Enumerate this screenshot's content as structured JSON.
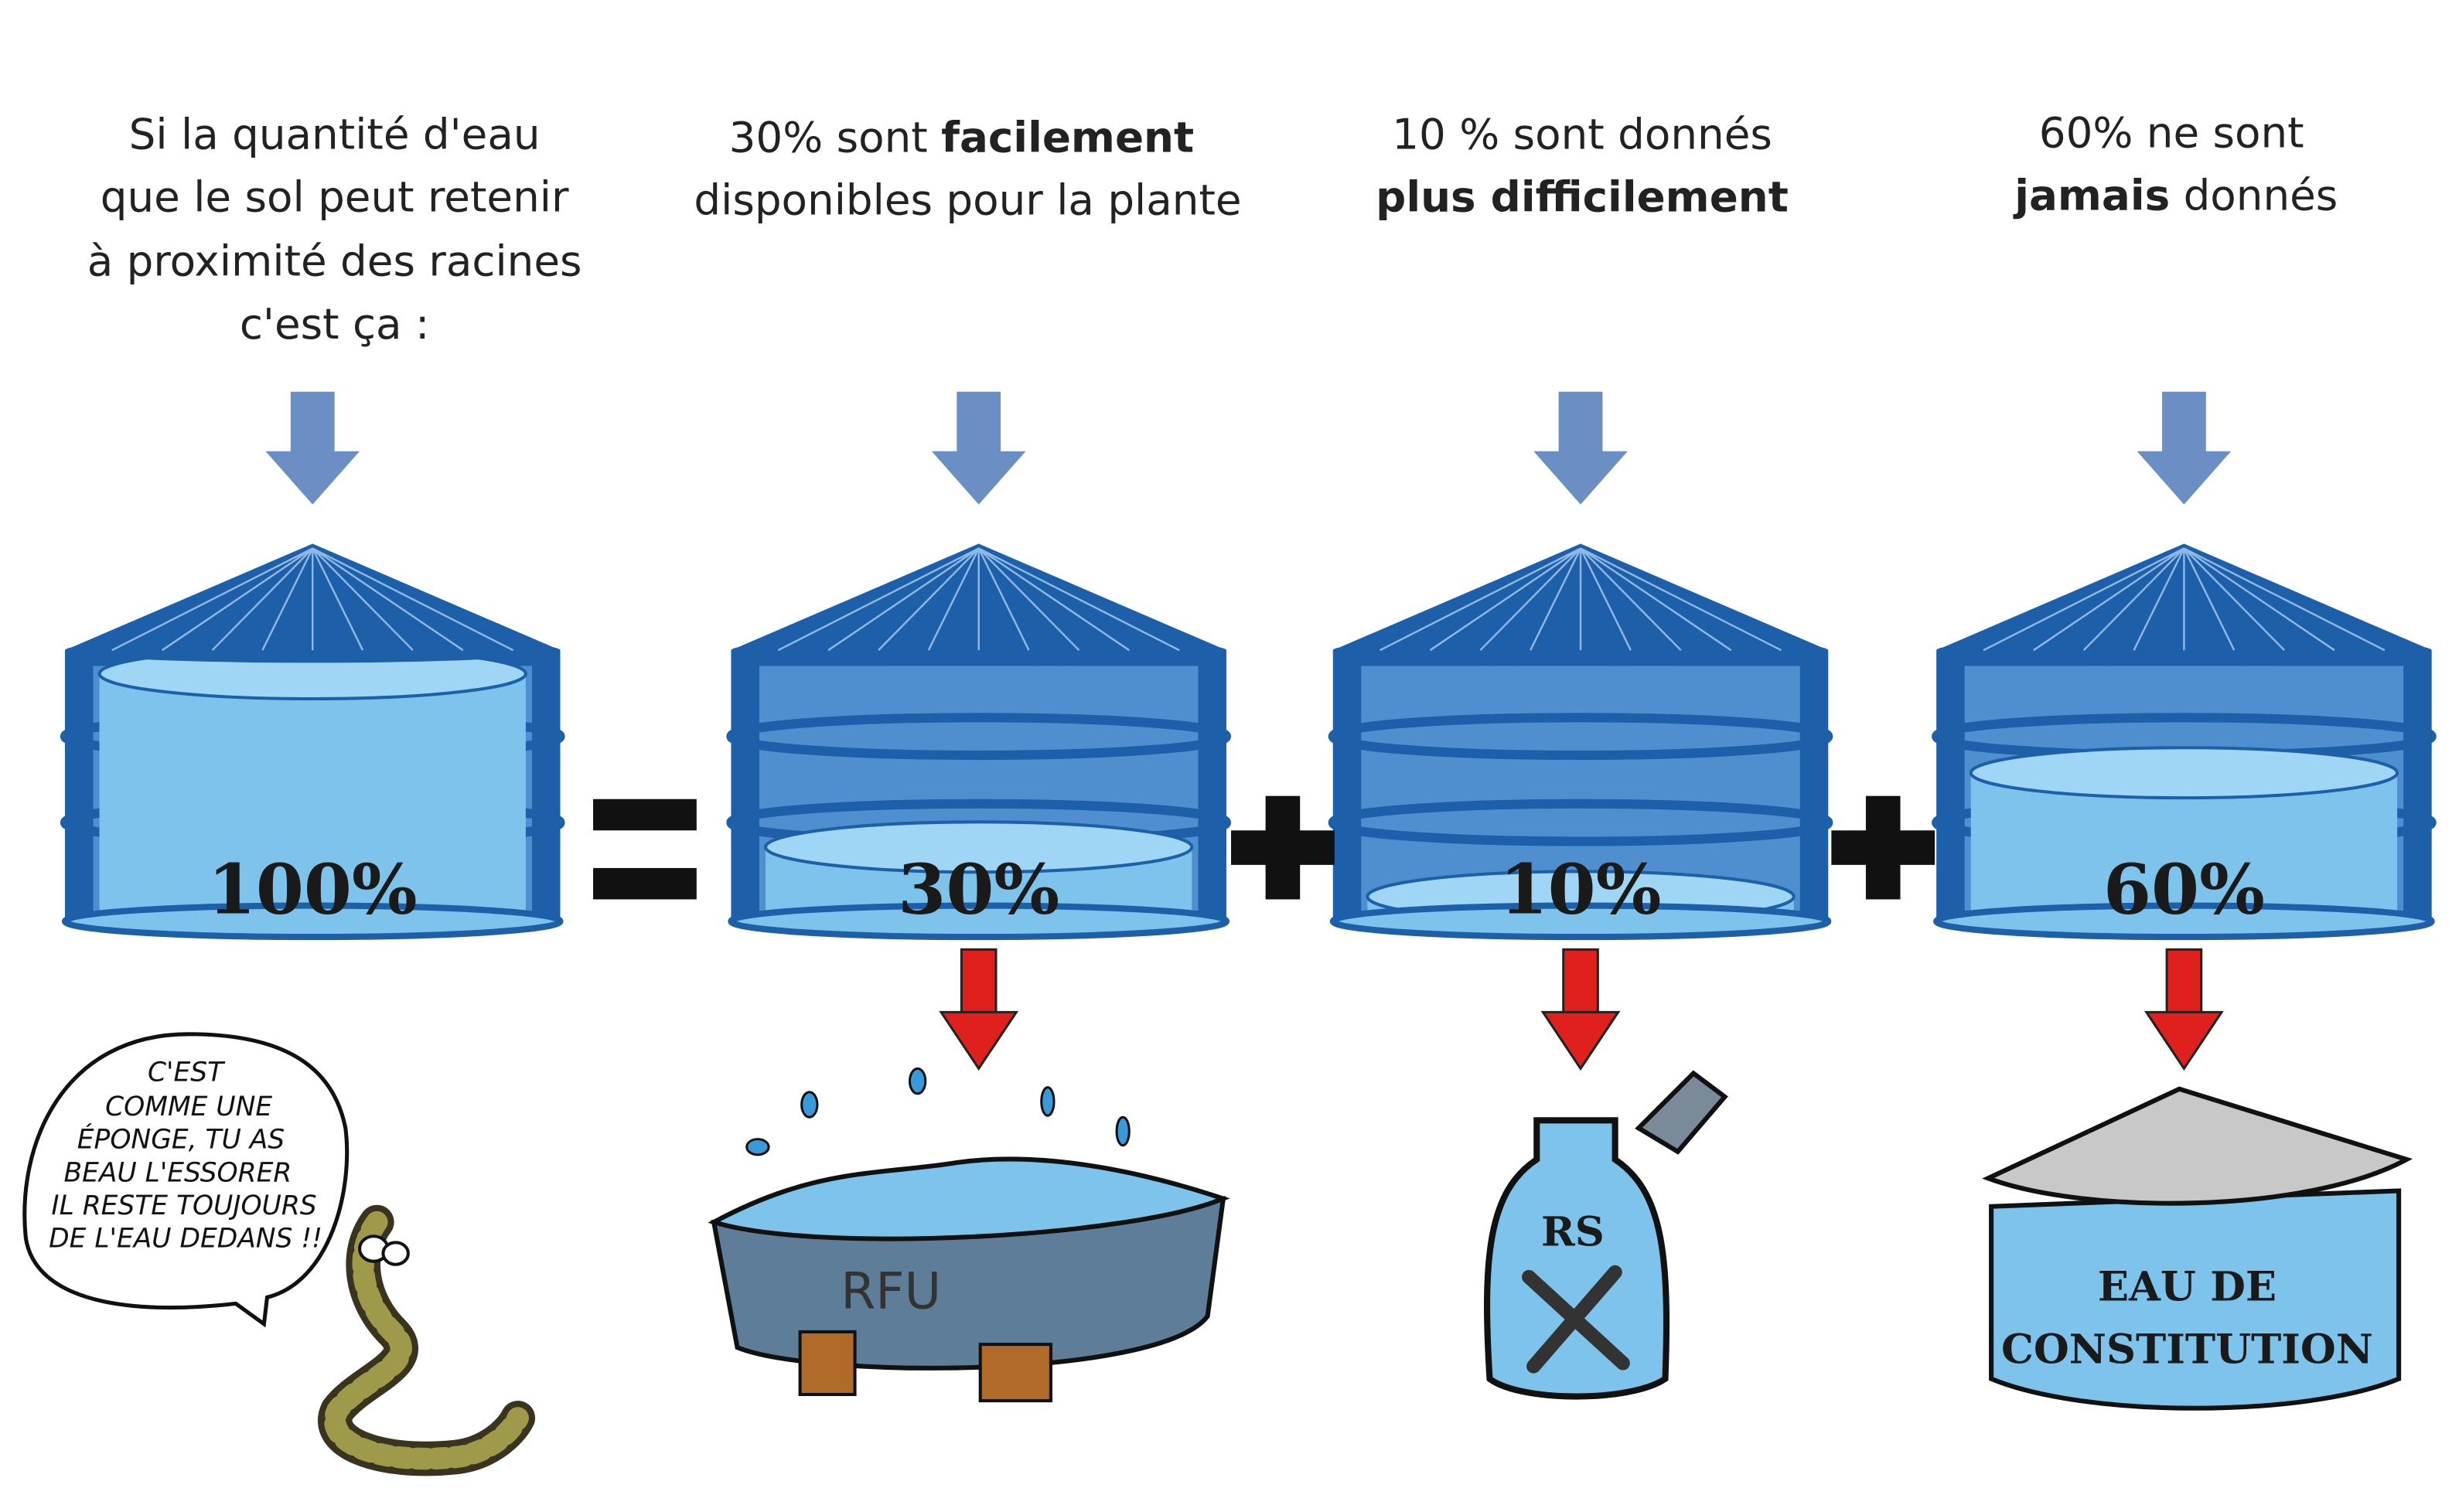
{
  "captions": [
    {
      "lines": [
        "Si la quantité d'eau",
        "que le sol peut retenir",
        "à proximité des racines",
        "c'est ça :"
      ]
    },
    {
      "line1_normal": "30% sont ",
      "line1_bold": "facilement",
      "line2": "disponibles pour la plante"
    },
    {
      "line1": "10 % sont donnés",
      "line2_bold": "plus difficilement"
    },
    {
      "line1": "60% ne sont",
      "line2_bold": "jamais",
      "line2_normal": " donnés"
    }
  ],
  "silos": [
    {
      "label": "100%",
      "fill_fraction": 1.0
    },
    {
      "label": "30%",
      "fill_fraction": 0.3
    },
    {
      "label": "10%",
      "fill_fraction": 0.1
    },
    {
      "label": "60%",
      "fill_fraction": 0.6
    }
  ],
  "operators": {
    "equals": "=",
    "plus": "+"
  },
  "illustrations": {
    "speech_bubble": [
      "C'EST",
      "COMME UNE",
      "ÉPONGE, TU AS",
      "BEAU L'ESSORER",
      "IL RESTE TOUJOURS",
      "DE L'EAU DEDANS !!"
    ],
    "rfu_label": "RFU",
    "rs_label": "RS",
    "constitution_label": [
      "EAU DE",
      "CONSTITUTION"
    ]
  },
  "colors": {
    "arrow_blue": "#6b8fc4",
    "arrow_red": "#e0201c",
    "silo_dark": "#1d5fa8",
    "silo_mid": "#4f8fd0",
    "water": "#7ec3ec"
  }
}
